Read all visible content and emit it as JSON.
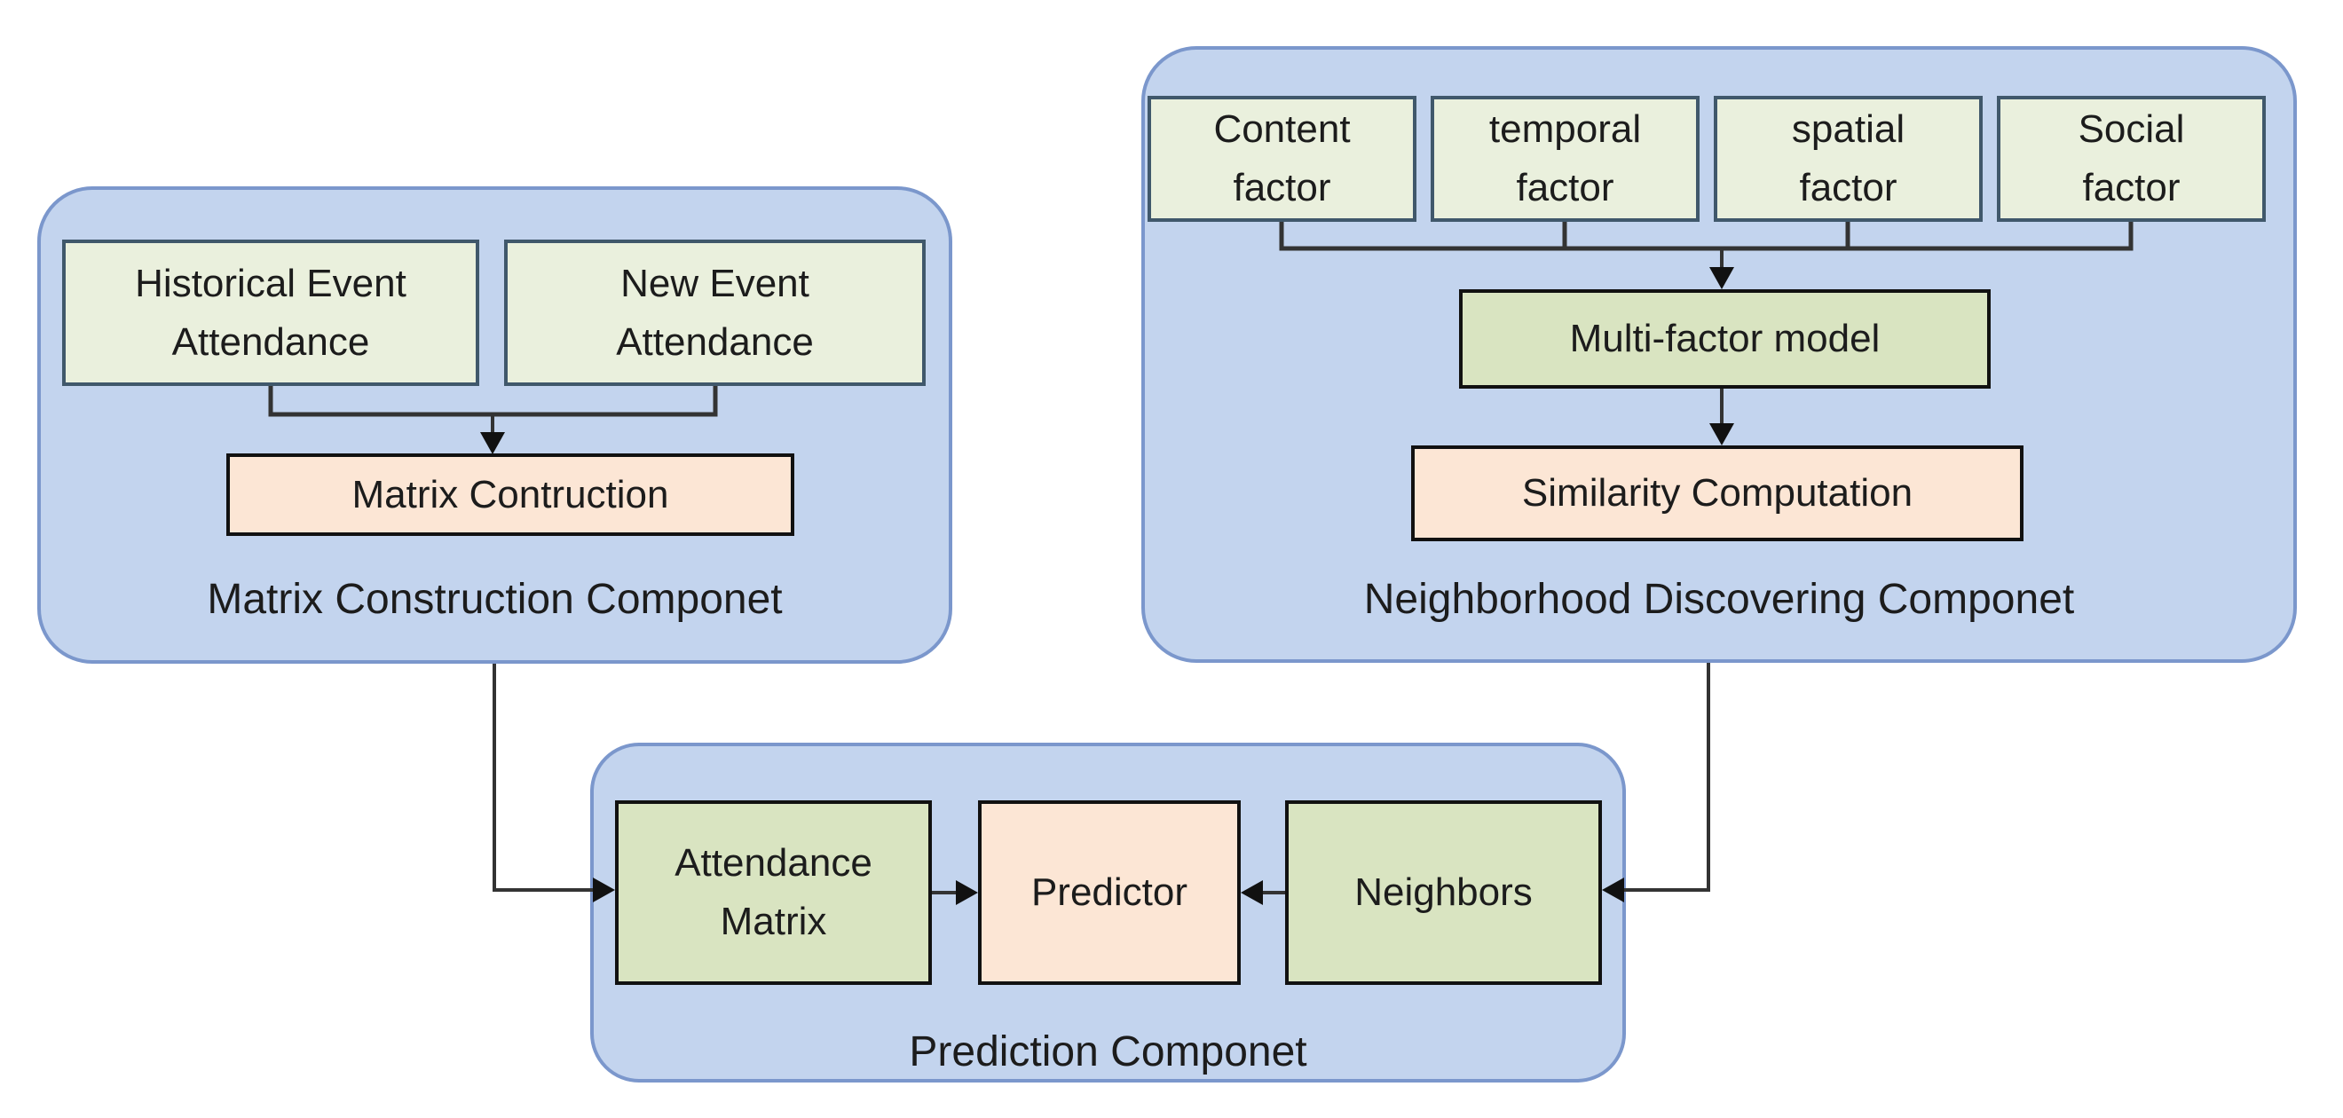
{
  "diagram": {
    "components": {
      "matrix_construction": {
        "label": "Matrix Construction Componet",
        "boxes": {
          "historical": "Historical Event\nAttendance",
          "new_event": "New Event\nAttendance",
          "matrix_contruction": "Matrix Contruction"
        }
      },
      "neighborhood": {
        "label": "Neighborhood Discovering Componet",
        "boxes": {
          "content": "Content\nfactor",
          "temporal": "temporal\nfactor",
          "spatial": "spatial\nfactor",
          "social": "Social\nfactor",
          "multi_factor": "Multi-factor model",
          "similarity": "Similarity Computation"
        }
      },
      "prediction": {
        "label": "Prediction Componet",
        "boxes": {
          "attendance_matrix": "Attendance\nMatrix",
          "predictor": "Predictor",
          "neighbors": "Neighbors"
        }
      }
    },
    "colors": {
      "container_fill": "#c3d4ee",
      "container_border": "#7b97cc",
      "light_green_fill": "#eaf0dd",
      "light_green_border": "#40586b",
      "olive_fill": "#d9e4c1",
      "peach_fill": "#fce6d5",
      "dark_border": "#111111",
      "line": "#333333",
      "text": "#1c1c1c"
    }
  }
}
